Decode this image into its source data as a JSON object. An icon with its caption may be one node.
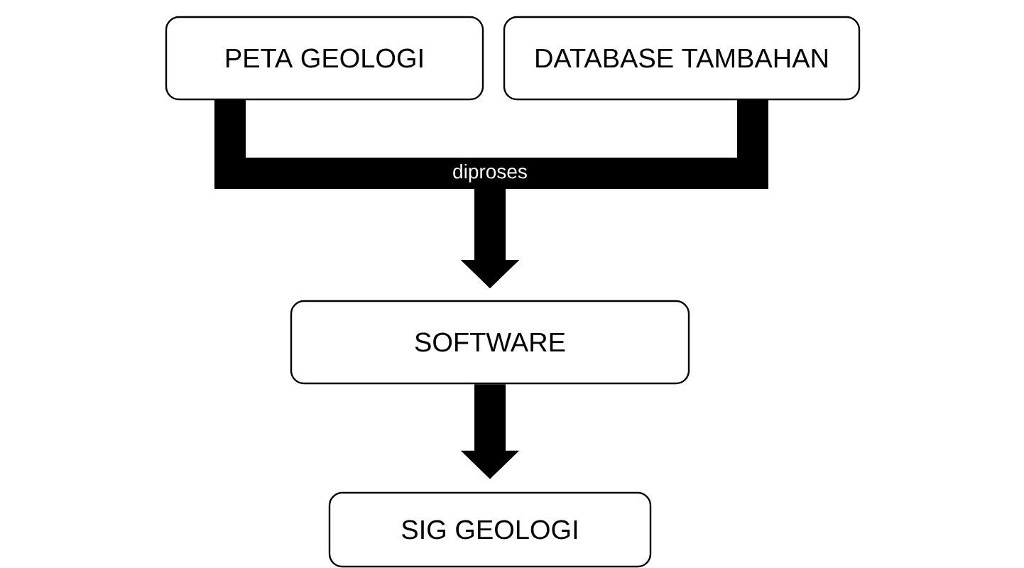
{
  "diagram": {
    "nodes": [
      {
        "text": [
          "PETA GEOLOGI"
        ]
      },
      {
        "text": [
          "DATABASE TAMBAHAN"
        ]
      },
      {
        "text": [
          "SOFTWARE"
        ]
      },
      {
        "text": [
          "SIG GEOLOGI"
        ]
      }
    ],
    "edges": [
      {
        "from": 0,
        "to": 2,
        "arrow": "to",
        "label": "diproses"
      },
      {
        "from": 1,
        "to": 2,
        "arrow": "to"
      },
      {
        "from": 2,
        "to": 3,
        "arrow": "to"
      }
    ]
  }
}
